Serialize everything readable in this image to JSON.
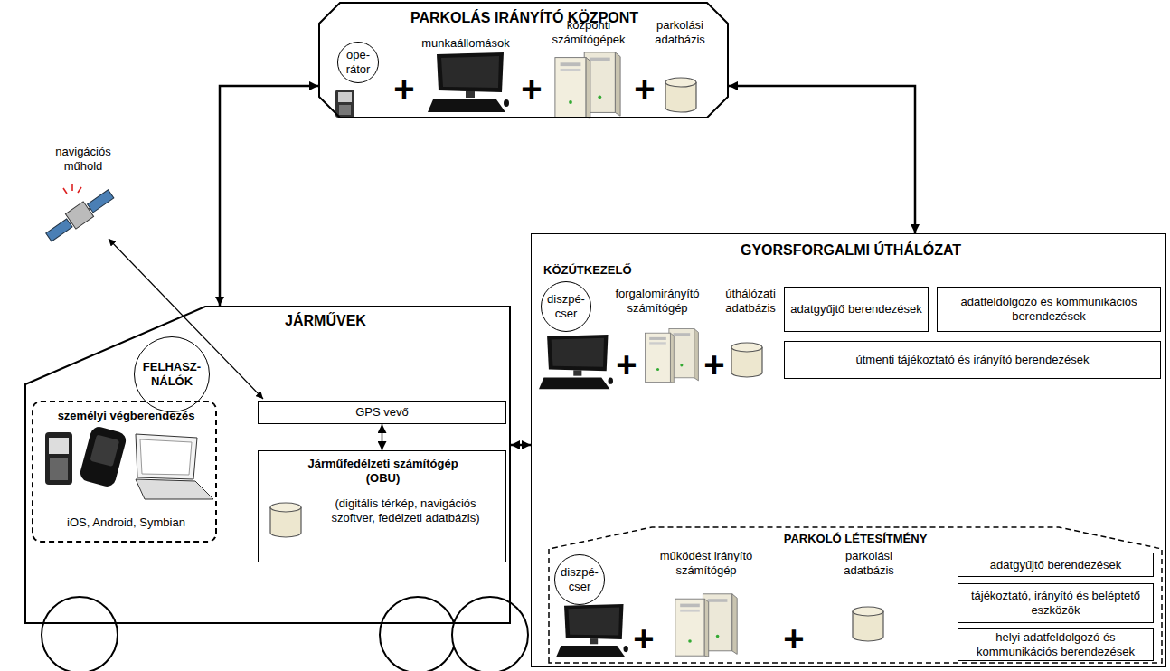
{
  "diagram": {
    "nodes": [
      {
        "text": [
          "PARKOLÁS IRÁNYÍTÓ KÖZPONT",
          "munkaállomások",
          "központi számítógépek",
          "parkolási adatbázis"
        ]
      },
      {
        "text": [
          "ope- rátor"
        ],
        "in": 0
      },
      {
        "text": [
          "JÁRMŰVEK"
        ]
      },
      {
        "text": [
          "FELHASZ- NÁLÓK"
        ],
        "in": 2
      },
      {
        "text": [
          "személyi végberendezés",
          "iOS, Android, Symbian"
        ],
        "in": 2
      },
      {
        "text": [
          "GPS vevő"
        ],
        "in": 2
      },
      {
        "text": [
          "Járműfedélzeti számítógép (OBU)",
          "(digitális térkép, navigációs szoftver, fedélzeti adatbázis)"
        ],
        "in": 2
      },
      {
        "text": [
          "GYORSFORGALMI ÚTHÁLÓZAT",
          "KÖZÚTKEZELŐ",
          "forgalomirányító számítógép",
          "úthálózati adatbázis"
        ]
      },
      {
        "text": [
          "diszpé- cser"
        ],
        "in": 7
      },
      {
        "text": [
          "adatgyűjtő berendezések"
        ],
        "in": 7
      },
      {
        "text": [
          "adatfeldolgozó és kommunikációs berendezések"
        ],
        "in": 7
      },
      {
        "text": [
          "útmenti tájékoztató és irányító berendezések"
        ],
        "in": 7
      },
      {
        "text": [
          "PARKOLÓ LÉTESÍTMÉNY",
          "működést irányító számítógép",
          "parkolási adatbázis"
        ],
        "in": 7
      },
      {
        "text": [
          "diszpé- cser"
        ],
        "in": 12
      },
      {
        "text": [
          "adatgyűjtő berendezések"
        ],
        "in": 12
      },
      {
        "text": [
          "tájékoztató, irányító és beléptető eszközök"
        ],
        "in": 12
      },
      {
        "text": [
          "helyi adatfeldolgozó és kommunikációs berendezések"
        ],
        "in": 12
      }
    ],
    "edges": [
      {
        "from": 0,
        "to": 2,
        "arrow": "both"
      },
      {
        "from": 0,
        "to": 7,
        "arrow": "both"
      },
      {
        "from": 2,
        "to": 7,
        "arrow": "both"
      },
      {
        "from": 5,
        "to": 6,
        "arrow": "both"
      }
    ],
    "labels": [
      "navigációs műhold",
      "+",
      "+",
      "+",
      "+",
      "+",
      "+",
      "+"
    ]
  }
}
